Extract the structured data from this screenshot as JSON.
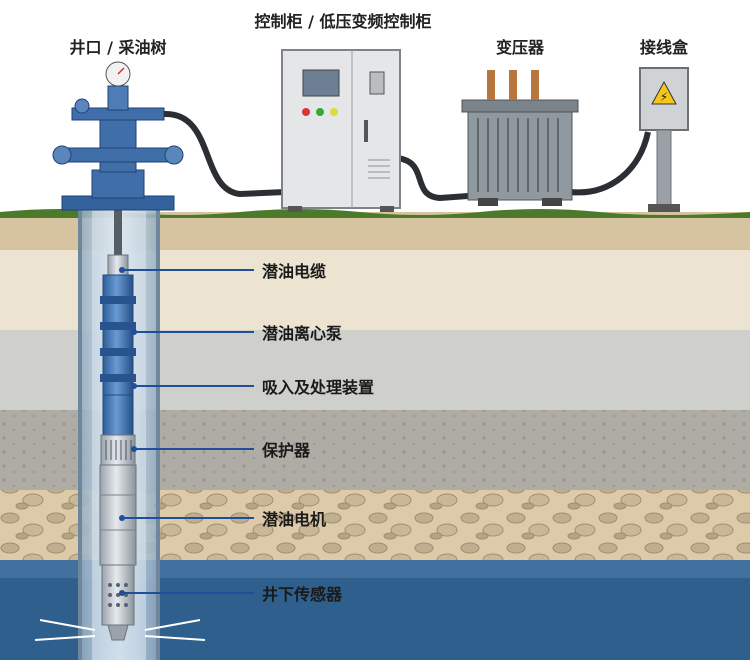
{
  "surface_labels": {
    "wellhead": "井口 / 采油树",
    "control_cabinet": "控制柜 / 低压变频控制柜",
    "transformer": "变压器",
    "junction_box": "接线盒"
  },
  "callouts": [
    {
      "id": "cable",
      "label": "潜油电缆"
    },
    {
      "id": "pump",
      "label": "潜油离心泵"
    },
    {
      "id": "intake",
      "label": "吸入及处理装置"
    },
    {
      "id": "protector",
      "label": "保护器"
    },
    {
      "id": "motor",
      "label": "潜油电机"
    },
    {
      "id": "sensor",
      "label": "井下传感器"
    }
  ],
  "colors": {
    "callout_line": "#1f4f9c",
    "ground_grass": "#4d7a2a",
    "soil_top": "#d8c7a4",
    "sand_layer": "#ece3d0",
    "gray_layer": "#c9c9c7",
    "rock_layer": "#a9a7a0",
    "gravel_layer": "#d9c8a8",
    "water_layer": "#2f5f8d",
    "wellhead_blue": "#3f6ea8"
  }
}
